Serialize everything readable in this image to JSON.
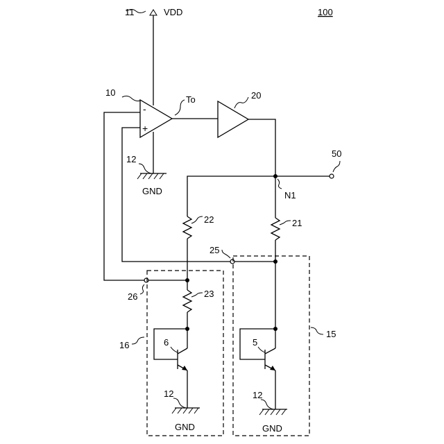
{
  "figure_number": "100",
  "labels": {
    "vdd_ref": "11",
    "vdd": "VDD",
    "opamp_ref": "10",
    "opamp_minus": "-",
    "opamp_plus": "+",
    "opamp_out": "To",
    "buffer_ref": "20",
    "ground_ref_left": "12",
    "gnd_left": "GND",
    "output_ref": "50",
    "node_n1": "N1",
    "resistor_22": "22",
    "resistor_21": "21",
    "node_25": "25",
    "node_26": "26",
    "resistor_23": "23",
    "block_16": "16",
    "block_15": "15",
    "transistor_6": "6",
    "transistor_5": "5",
    "ground_ref_mid": "12",
    "gnd_mid": "GND",
    "ground_ref_right": "12",
    "gnd_right": "GND"
  }
}
